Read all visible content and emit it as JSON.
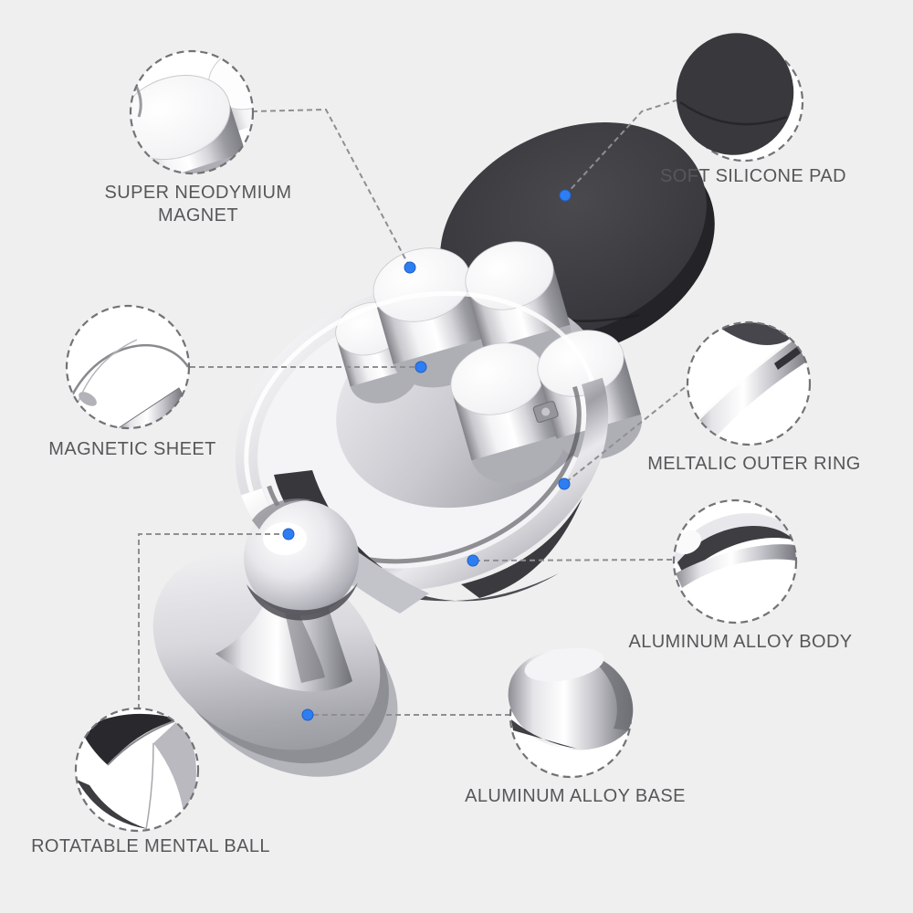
{
  "background": "#efeff0",
  "colors": {
    "callout_dot": "#2e7ef2",
    "label_text": "#57575a",
    "leader_line": "#8f8f93",
    "dashed_circle": "#737377",
    "silicone_pad": "#3a393e",
    "chrome_light": "#ffffff",
    "chrome_dark": "#7d7d84",
    "inset_fill": "#ffffff"
  },
  "callouts": [
    {
      "id": "super-neodymium-magnet",
      "label": "SUPER NEODYMIUM MAGNET"
    },
    {
      "id": "soft-silicone-pad",
      "label": "SOFT SILICONE PAD"
    },
    {
      "id": "magnetic-sheet",
      "label": "MAGNETIC SHEET"
    },
    {
      "id": "meltalic-outer-ring",
      "label": "MELTALIC OUTER RING"
    },
    {
      "id": "aluminum-alloy-body",
      "label": "ALUMINUM ALLOY BODY"
    },
    {
      "id": "aluminum-alloy-base",
      "label": "ALUMINUM ALLOY BASE"
    },
    {
      "id": "rotatable-mental-ball",
      "label": "ROTATABLE MENTAL BALL"
    }
  ]
}
